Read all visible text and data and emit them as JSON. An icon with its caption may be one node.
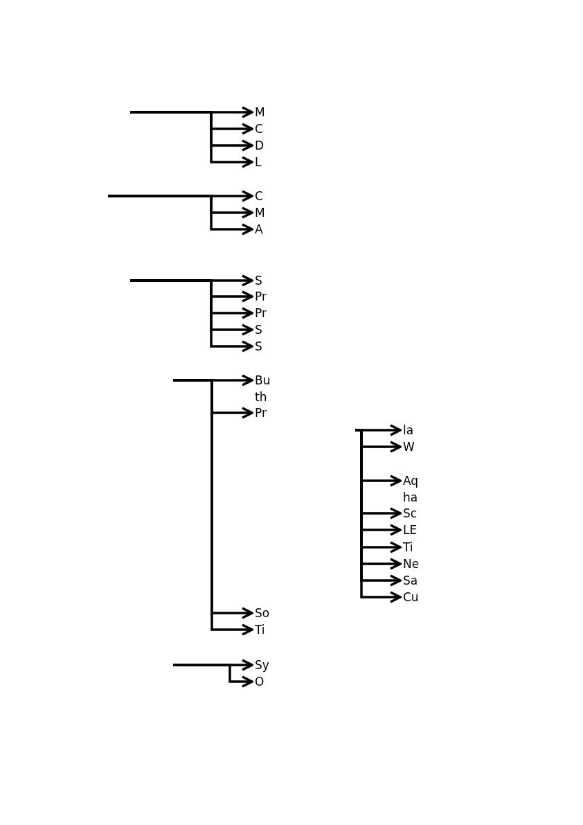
{
  "diagram": {
    "nodes": [
      {
        "text": [
          "M"
        ]
      },
      {
        "text": [
          "C"
        ]
      },
      {
        "text": [
          "D"
        ]
      },
      {
        "text": [
          "L"
        ]
      },
      {
        "text": [
          "C"
        ]
      },
      {
        "text": [
          "M"
        ]
      },
      {
        "text": [
          "A"
        ]
      },
      {
        "text": [
          "S"
        ]
      },
      {
        "text": [
          "Pr"
        ]
      },
      {
        "text": [
          "Pr"
        ]
      },
      {
        "text": [
          "S"
        ]
      },
      {
        "text": [
          "S"
        ]
      },
      {
        "text": [
          "Bu th"
        ]
      },
      {
        "text": [
          "Pr"
        ]
      },
      {
        "text": [
          "So"
        ]
      },
      {
        "text": [
          "Ti"
        ]
      },
      {
        "text": [
          "Sy"
        ]
      },
      {
        "text": [
          "O"
        ]
      },
      {
        "text": [
          "la"
        ]
      },
      {
        "text": [
          "W"
        ]
      },
      {
        "text": [
          "Aq ha"
        ]
      },
      {
        "text": [
          "Sc"
        ]
      },
      {
        "text": [
          "LE"
        ]
      },
      {
        "text": [
          "Ti"
        ]
      },
      {
        "text": [
          "Ne"
        ]
      },
      {
        "text": [
          "Sa"
        ]
      },
      {
        "text": [
          "Cu"
        ]
      }
    ],
    "edges": [
      {
        "from": null,
        "to": 0,
        "arrow": "to"
      },
      {
        "from": null,
        "to": 1,
        "arrow": "to"
      },
      {
        "from": null,
        "to": 2,
        "arrow": "to"
      },
      {
        "from": null,
        "to": 3,
        "arrow": "to"
      },
      {
        "from": null,
        "to": 4,
        "arrow": "to"
      },
      {
        "from": null,
        "to": 5,
        "arrow": "to"
      },
      {
        "from": null,
        "to": 6,
        "arrow": "to"
      },
      {
        "from": null,
        "to": 7,
        "arrow": "to"
      },
      {
        "from": null,
        "to": 8,
        "arrow": "to"
      },
      {
        "from": null,
        "to": 9,
        "arrow": "to"
      },
      {
        "from": null,
        "to": 10,
        "arrow": "to"
      },
      {
        "from": null,
        "to": 11,
        "arrow": "to"
      },
      {
        "from": null,
        "to": 12,
        "arrow": "to"
      },
      {
        "from": null,
        "to": 13,
        "arrow": "to"
      },
      {
        "from": null,
        "to": 14,
        "arrow": "to"
      },
      {
        "from": null,
        "to": 15,
        "arrow": "to"
      },
      {
        "from": null,
        "to": 16,
        "arrow": "to"
      },
      {
        "from": null,
        "to": 17,
        "arrow": "to"
      },
      {
        "from": null,
        "to": 18,
        "arrow": "to"
      },
      {
        "from": null,
        "to": 19,
        "arrow": "to"
      },
      {
        "from": null,
        "to": 20,
        "arrow": "to"
      },
      {
        "from": null,
        "to": 21,
        "arrow": "to"
      },
      {
        "from": null,
        "to": 22,
        "arrow": "to"
      },
      {
        "from": null,
        "to": 23,
        "arrow": "to"
      },
      {
        "from": null,
        "to": 24,
        "arrow": "to"
      },
      {
        "from": null,
        "to": 25,
        "arrow": "to"
      },
      {
        "from": null,
        "to": 26,
        "arrow": "to"
      }
    ]
  }
}
